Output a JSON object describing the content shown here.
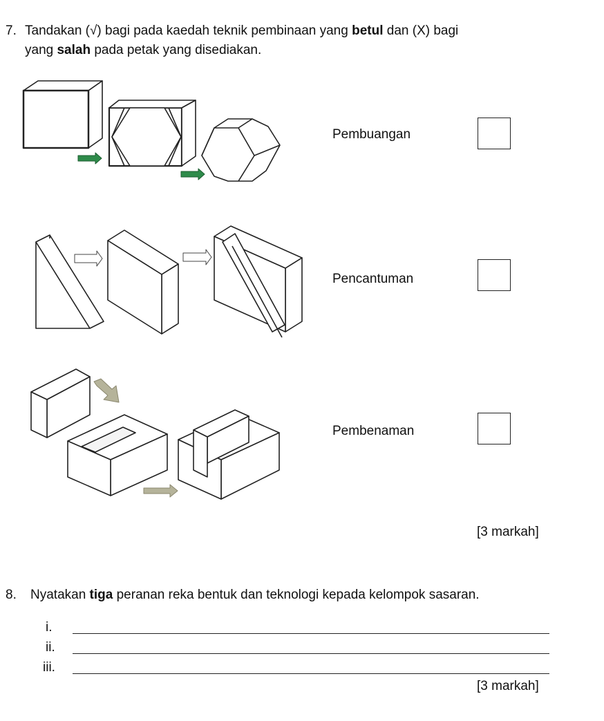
{
  "q7": {
    "number": "7.",
    "text_a": "Tandakan (√) bagi pada kaedah teknik pembinaan yang ",
    "bold_a": "betul",
    "text_b": " dan (X) bagi",
    "text_c": "yang ",
    "bold_b": "salah",
    "text_d": " pada petak yang disediakan.",
    "items": [
      {
        "label": "Pembuangan",
        "checked": false
      },
      {
        "label": "Pencantuman",
        "checked": false
      },
      {
        "label": "Pembenaman",
        "checked": false
      }
    ],
    "marks": "[3  markah]"
  },
  "q8": {
    "number": "8.",
    "text_a": "Nyatakan  ",
    "bold": "tiga",
    "text_b": " peranan reka bentuk dan teknologi kepada kelompok sasaran.",
    "answers": [
      {
        "label": "i.",
        "value": ""
      },
      {
        "label": "ii.",
        "value": ""
      },
      {
        "label": "iii.",
        "value": ""
      }
    ],
    "marks": "[3  markah]"
  }
}
